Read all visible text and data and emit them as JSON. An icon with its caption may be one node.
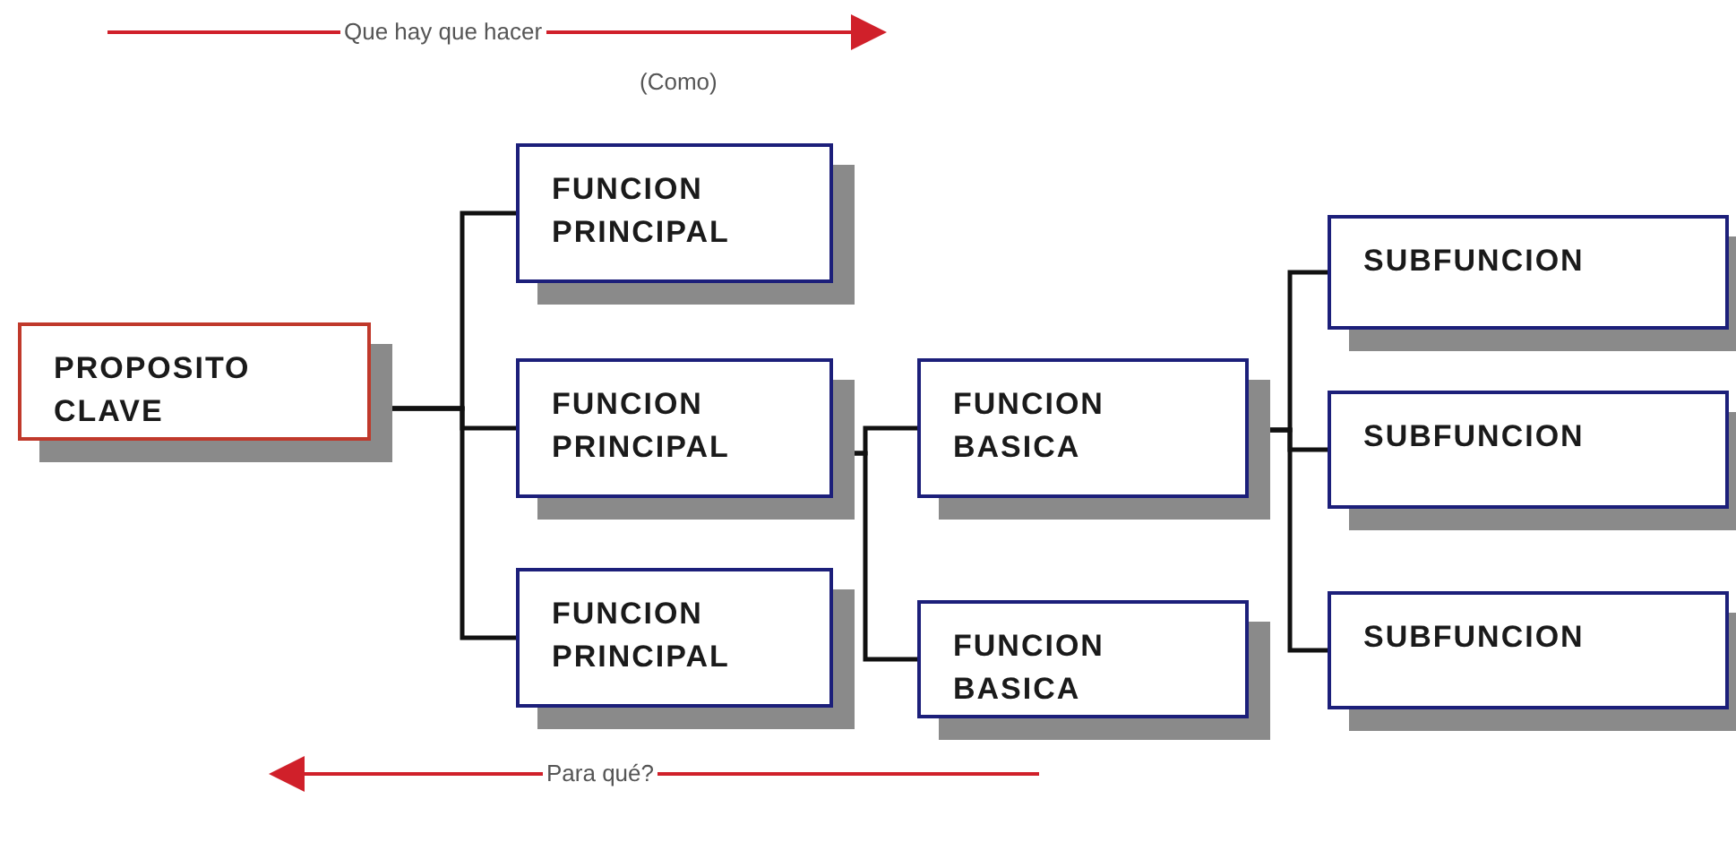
{
  "diagram": {
    "nodes": [
      {
        "text": [
          "PROPOSITO CLAVE"
        ]
      },
      {
        "text": [
          "FUNCION PRINCIPAL"
        ]
      },
      {
        "text": [
          "FUNCION PRINCIPAL"
        ]
      },
      {
        "text": [
          "FUNCION PRINCIPAL"
        ]
      },
      {
        "text": [
          "FUNCION BASICA"
        ]
      },
      {
        "text": [
          "FUNCION BASICA"
        ]
      },
      {
        "text": [
          "SUBFUNCION"
        ]
      },
      {
        "text": [
          "SUBFUNCION"
        ]
      },
      {
        "text": [
          "SUBFUNCION"
        ]
      }
    ],
    "edges": [
      {
        "from": 0,
        "to": 1,
        "arrow": "none"
      },
      {
        "from": 0,
        "to": 2,
        "arrow": "none"
      },
      {
        "from": 0,
        "to": 3,
        "arrow": "none"
      },
      {
        "from": 2,
        "to": 4,
        "arrow": "none"
      },
      {
        "from": 2,
        "to": 5,
        "arrow": "none"
      },
      {
        "from": 4,
        "to": 6,
        "arrow": "none"
      },
      {
        "from": 4,
        "to": 7,
        "arrow": "none"
      },
      {
        "from": 4,
        "to": 8,
        "arrow": "none"
      }
    ],
    "labels": [
      "Que hay que hacer",
      "(Como)",
      "Para qué?"
    ]
  }
}
